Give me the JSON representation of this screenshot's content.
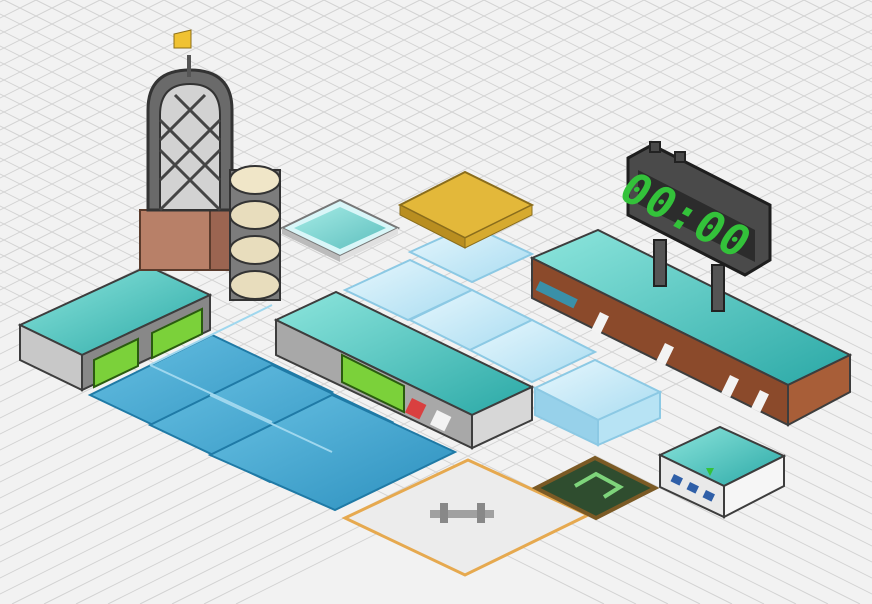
{
  "scene": {
    "type": "isometric room editor",
    "colors": {
      "floor": "#f2f2f2",
      "grid": "#d2d2d2",
      "ice": "#bfe7f7",
      "water": "#3aa3cf",
      "glass": "#39c2bf",
      "wood": "#8b4a2b",
      "gold": "#e3b83a",
      "timer_digits": "#33c23a"
    }
  },
  "timer": {
    "display": "00:00"
  },
  "furniture": [
    {
      "name": "lattice-tower-with-flag",
      "icon": "flag-icon"
    },
    {
      "name": "water-floor-tiles",
      "icon": "water-tile-icon"
    },
    {
      "name": "ice-blocks",
      "icon": "ice-block-icon"
    },
    {
      "name": "glass-counter-left",
      "icon": "counter-icon"
    },
    {
      "name": "glass-counter-center",
      "icon": "counter-icon"
    },
    {
      "name": "wood-counter-right",
      "icon": "counter-icon"
    },
    {
      "name": "gold-cushion",
      "icon": "cushion-icon"
    },
    {
      "name": "glass-pad",
      "icon": "pad-icon"
    },
    {
      "name": "exit-sign-tile",
      "icon": "exit-runner-icon"
    },
    {
      "name": "mini-console",
      "icon": "console-icon"
    },
    {
      "name": "selected-floor-tile",
      "icon": "selection-icon"
    }
  ]
}
